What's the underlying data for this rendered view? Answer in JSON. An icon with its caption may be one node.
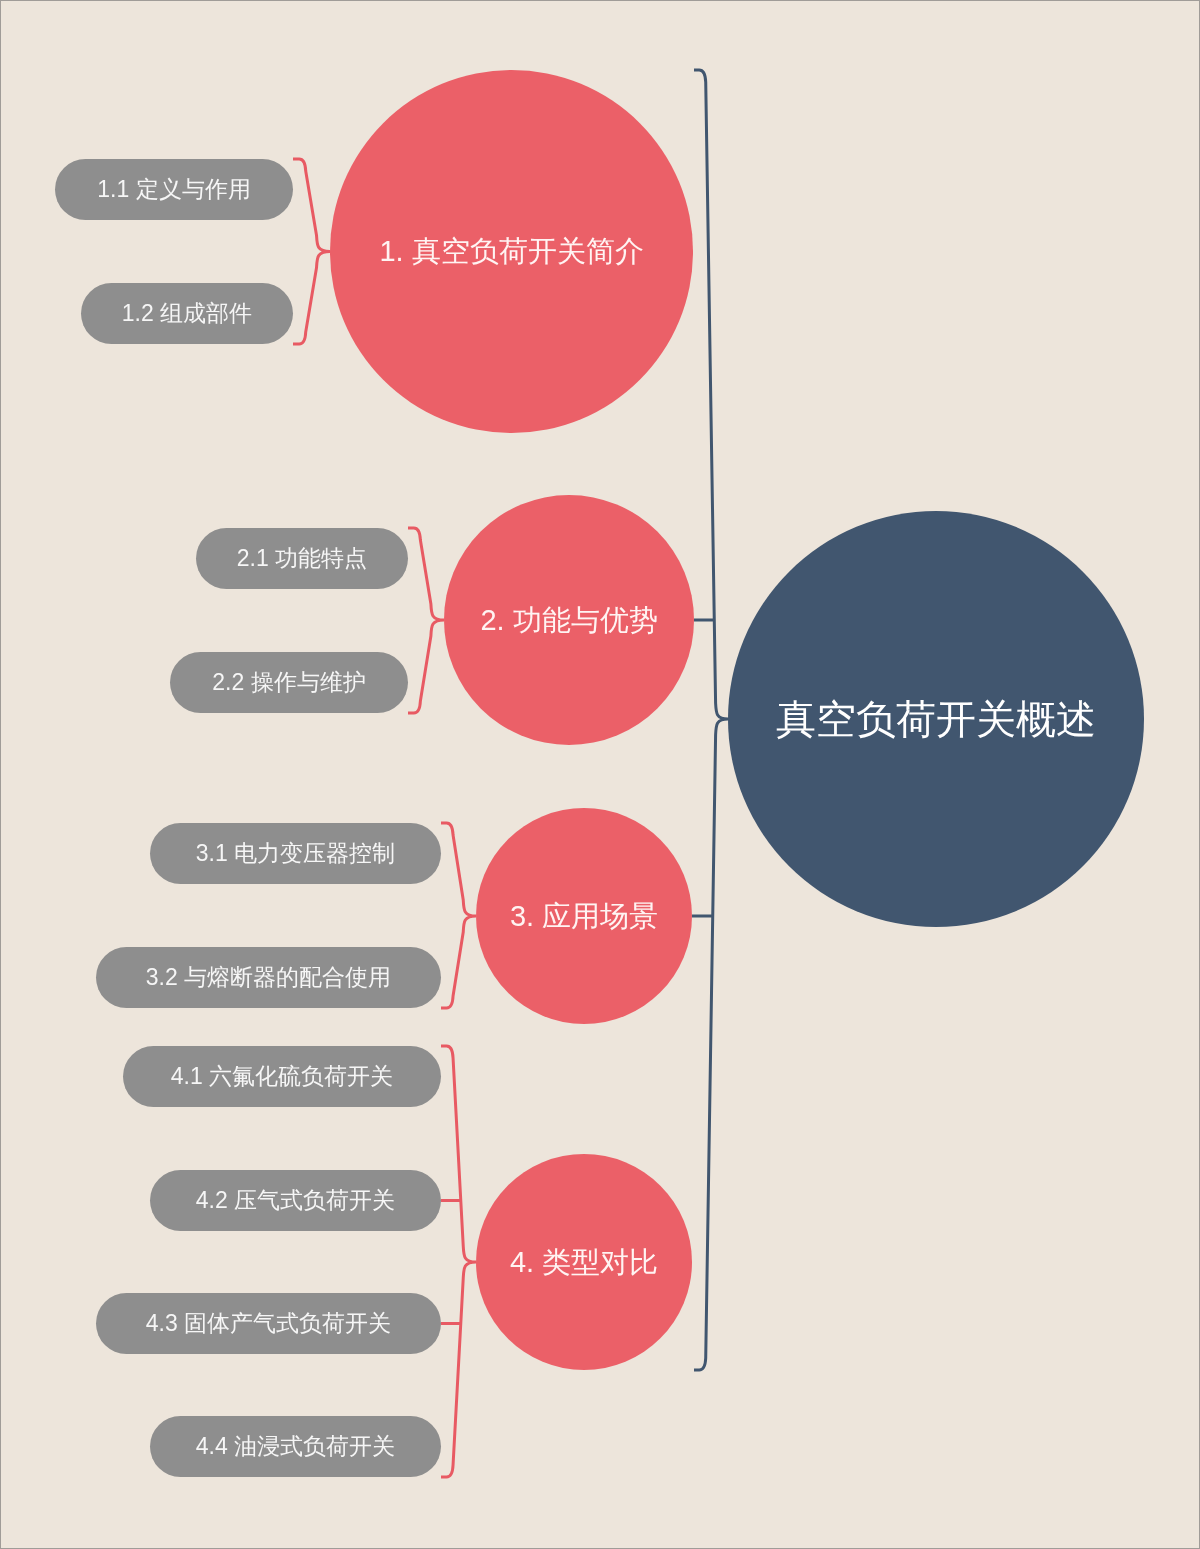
{
  "diagram": {
    "nodes": [
      {
        "text": [
          "真空负荷开关概述"
        ]
      },
      {
        "text": [
          "1. 真空负荷开关简介"
        ]
      },
      {
        "text": [
          "1.1 定义与作用"
        ]
      },
      {
        "text": [
          "1.2 组成部件"
        ]
      },
      {
        "text": [
          "2. 功能与优势"
        ]
      },
      {
        "text": [
          "2.1 功能特点"
        ]
      },
      {
        "text": [
          "2.2 操作与维护"
        ]
      },
      {
        "text": [
          "3. 应用场景"
        ]
      },
      {
        "text": [
          "3.1 电力变压器控制"
        ]
      },
      {
        "text": [
          "3.2 与熔断器的配合使用"
        ]
      },
      {
        "text": [
          "4. 类型对比"
        ]
      },
      {
        "text": [
          "4.1 六氟化硫负荷开关"
        ]
      },
      {
        "text": [
          "4.2 压气式负荷开关"
        ]
      },
      {
        "text": [
          "4.3 固体产气式负荷开关"
        ]
      },
      {
        "text": [
          "4.4 油浸式负荷开关"
        ]
      }
    ],
    "edges": [
      {
        "from": 0,
        "to": 1,
        "arrow": "none",
        "color": "#41566f"
      },
      {
        "from": 0,
        "to": 4,
        "arrow": "none",
        "color": "#41566f"
      },
      {
        "from": 0,
        "to": 7,
        "arrow": "none",
        "color": "#41566f"
      },
      {
        "from": 0,
        "to": 10,
        "arrow": "none",
        "color": "#41566f"
      },
      {
        "from": 1,
        "to": 2,
        "arrow": "none"
      },
      {
        "from": 1,
        "to": 3,
        "arrow": "none"
      },
      {
        "from": 4,
        "to": 5,
        "arrow": "none"
      },
      {
        "from": 4,
        "to": 6,
        "arrow": "none"
      },
      {
        "from": 7,
        "to": 8,
        "arrow": "none"
      },
      {
        "from": 7,
        "to": 9,
        "arrow": "none"
      },
      {
        "from": 10,
        "to": 11,
        "arrow": "none"
      },
      {
        "from": 10,
        "to": 12,
        "arrow": "none"
      },
      {
        "from": 10,
        "to": 13,
        "arrow": "none"
      },
      {
        "from": 10,
        "to": 14,
        "arrow": "none"
      }
    ]
  }
}
